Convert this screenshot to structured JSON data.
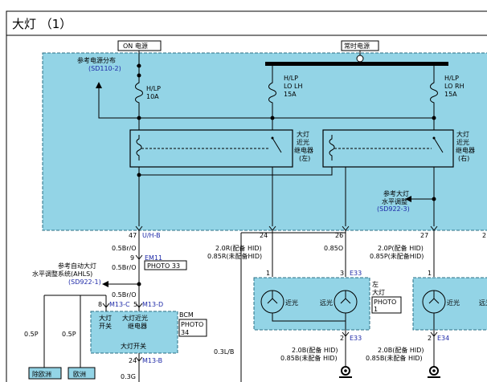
{
  "title": "大灯 （1）",
  "colors": {
    "panel": "#93d4e6",
    "wire": "#000000",
    "ref": "#1f2aa8"
  },
  "labels": {
    "on_power": "ON 电源",
    "constant_power": "常时电源",
    "ref_power": "参考电源分布",
    "ref_power_code": "(SD110-2)",
    "fuse_hlp1": "H/LP",
    "fuse_hlp1_amp": "10A",
    "fuse_lolh1": "H/LP",
    "fuse_lolh2": "LO LH",
    "fuse_lolh3": "15A",
    "fuse_lorh1": "H/LP",
    "fuse_lorh2": "LO RH",
    "fuse_lorh3": "15A",
    "relay_l1": "大灯",
    "relay_l2": "近光",
    "relay_l3": "继电器",
    "relay_l4": "(左)",
    "relay_r1": "大灯",
    "relay_r2": "近光",
    "relay_r3": "继电器",
    "relay_r4": "(右)",
    "level_ref1": "参考大灯",
    "level_ref2": "水平调整",
    "level_ref_code": "(SD922-3)",
    "pin47": "47",
    "conn_uhb": "U/H-B",
    "pin24": "24",
    "pin26": "26",
    "pin27": "27",
    "pin2c": "2",
    "w05bro_1": "0.5Br/O",
    "pin9": "9",
    "conn_em11": "EM11",
    "w05bro_2": "0.5Br/O",
    "photo33": "PHOTO 33",
    "ahls_ref1": "参考自动大灯",
    "ahls_ref2": "水平调整系统(AHLS)",
    "ahls_code": "(SD922-1)",
    "w05bro_3": "0.5Br/O",
    "pin8": "8",
    "conn_m13c": "M13-C",
    "pin5": "5",
    "conn_m13d": "M13-D",
    "bcm": "BCM",
    "bcm_sw1": "大灯",
    "bcm_sw2": "开关",
    "bcm_relay1": "大灯近光",
    "bcm_relay2": "继电器",
    "photo34_1": "PHOTO",
    "photo34_2": "34",
    "bcm_hlsw": "大灯开关",
    "pin24b": "24",
    "conn_m13b": "M13-B",
    "w03lb": "0.3L/B",
    "w03g": "0.3G",
    "w05p_1": "0.5P",
    "w05p_2": "0.5P",
    "box_excl_eu": "除欧洲",
    "box_eu": "欧洲",
    "w_l_hid1": "2.0R(配备 HID)",
    "w_l_hid2": "0.85R(未配备HID)",
    "w_05o": "0.85O",
    "w_r_hid1": "2.0P(配备 HID)",
    "w_r_hid2": "0.85P(未配备HID)",
    "pin1a": "1",
    "pin3a": "3",
    "conn_e33": "E33",
    "pin1b": "1",
    "lamp_lo1": "近光",
    "lamp_hi1": "远光",
    "lamp_lo2": "近光",
    "lamp_hi2": "远光",
    "left_lamp1": "左",
    "left_lamp2": "大灯",
    "photo1_1": "PHOTO",
    "photo1_2": "1",
    "pin2a": "2",
    "conn_e33b": "E33",
    "pin2b": "2",
    "conn_e34": "E34",
    "w_b_hid1": "2.0B(配备 HID)",
    "w_b_hid2": "0.85B(未配备 HID)",
    "w_b_hid3": "2.0B(配备 HID)",
    "w_b_hid4": "0.85B(未配备 HID)"
  }
}
